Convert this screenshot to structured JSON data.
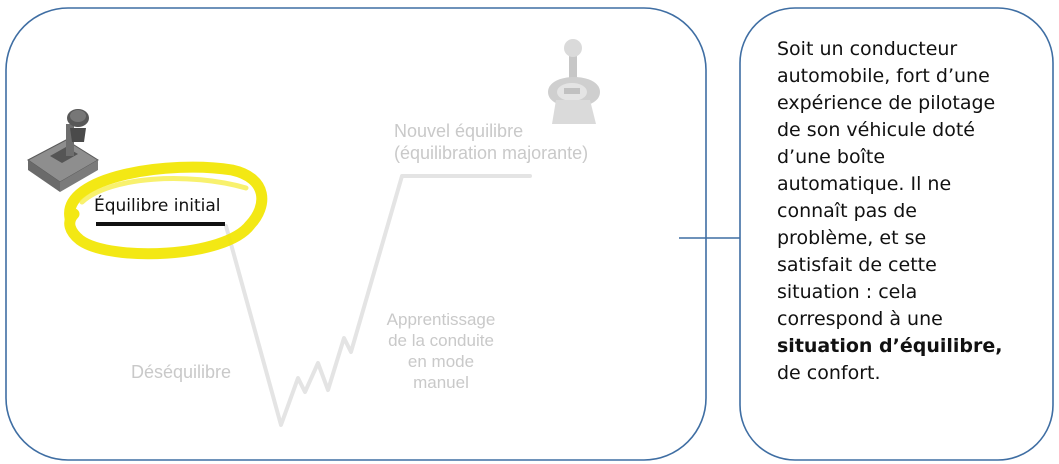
{
  "diagram": {
    "labels": {
      "initial": "Équilibre initial",
      "new_line1": "Nouvel équilibre",
      "new_line2": "(équilibration majorante)",
      "disequilibrium": "Déséquilibre",
      "learning_line1": "Apprentissage",
      "learning_line2": "de la conduite",
      "learning_line3": "en mode",
      "learning_line4": "manuel"
    },
    "icons": {
      "initial_gear": "gear-shift-manual-icon",
      "new_gear": "gear-shift-automatic-icon"
    },
    "colors": {
      "frame": "#3f6ea3",
      "highlight": "#f2e600",
      "curve": "#e4e4e4",
      "faded_text": "#c9c9c9",
      "underline": "#111111"
    }
  },
  "side_panel": {
    "lines": [
      "Soit un conducteur",
      "automobile, fort d’une",
      "expérience de pilotage",
      "de son véhicule doté",
      "d’une boîte",
      "automatique. Il ne",
      "connaît pas de",
      "problème, et se",
      "satisfait de cette",
      "situation : cela",
      "correspond à une"
    ],
    "emphasis": "situation d’équilibre,",
    "last_line": "de confort."
  }
}
